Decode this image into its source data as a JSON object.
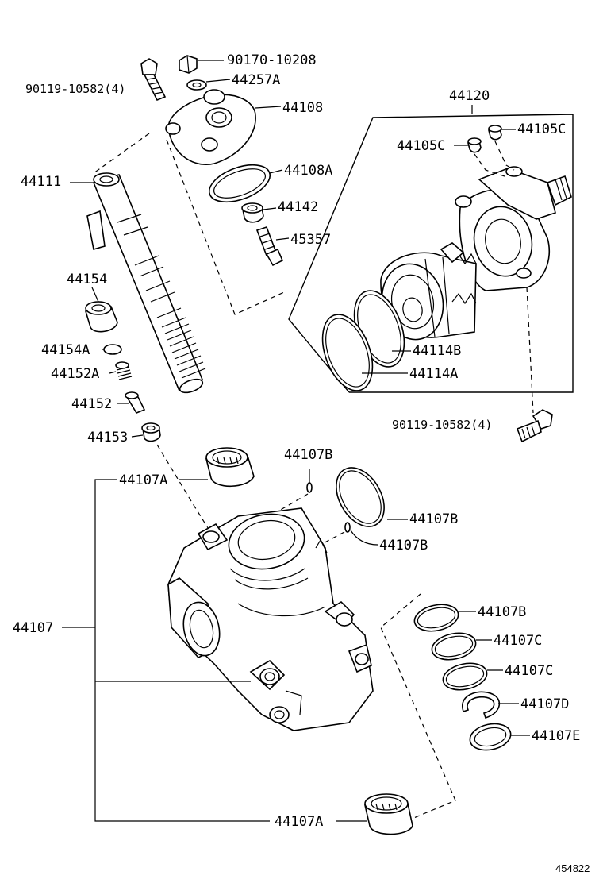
{
  "diagram": {
    "labels": {
      "l_90170_10208": "90170-10208",
      "l_44257A": "44257A",
      "l_90119_10582_top": "90119-10582(4)",
      "l_44108": "44108",
      "l_44108A": "44108A",
      "l_44142": "44142",
      "l_45357": "45357",
      "l_44111": "44111",
      "l_44154": "44154",
      "l_44154A": "44154A",
      "l_44152A": "44152A",
      "l_44152": "44152",
      "l_44153": "44153",
      "l_44120": "44120",
      "l_44105C_left": "44105C",
      "l_44105C_right": "44105C",
      "l_44114B": "44114B",
      "l_44114A": "44114A",
      "l_90119_10582_right": "90119-10582(4)",
      "l_44107B_top": "44107B",
      "l_44107A_top": "44107A",
      "l_44107B_ring": "44107B",
      "l_44107B_small": "44107B",
      "l_44107": "44107",
      "l_44107B_right": "44107B",
      "l_44107C_1": "44107C",
      "l_44107C_2": "44107C",
      "l_44107D": "44107D",
      "l_44107E": "44107E",
      "l_44107A_bottom": "44107A"
    },
    "reference_number": "454822"
  }
}
